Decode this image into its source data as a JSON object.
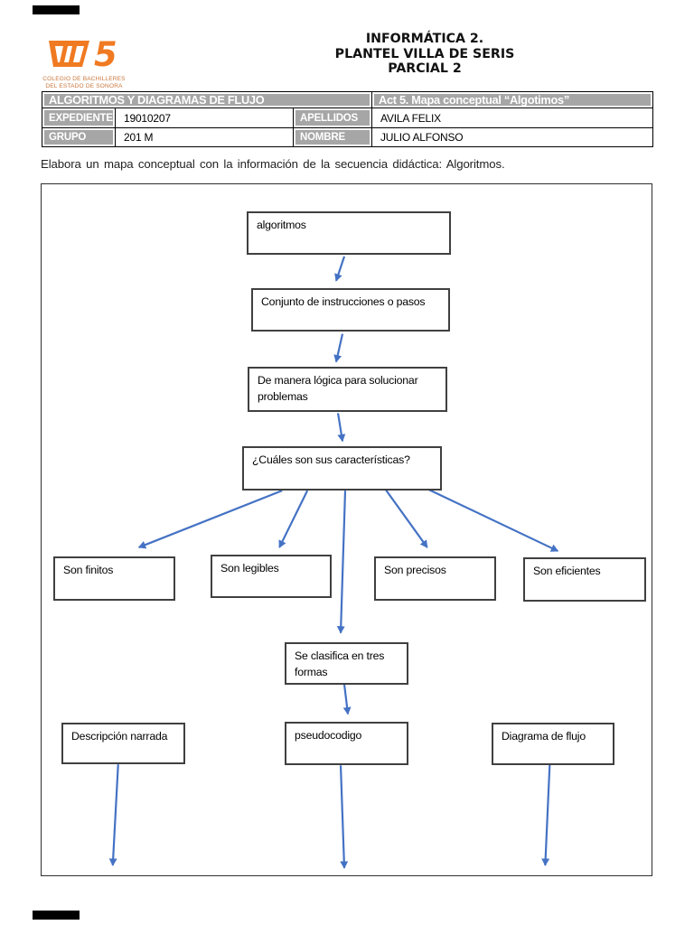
{
  "colors": {
    "arrow_blue": "#4472c4",
    "table_gray": "#a6a6a6",
    "logo_orange": "#f07a21",
    "org_text_orange": "#c9763b"
  },
  "header": {
    "logo_icon": "cobach-sonora-logo",
    "org_line1": "COLEGIO DE BACHILLERES",
    "org_line2": "DEL ESTADO DE SONORA",
    "title_lines": [
      "INFORMÁTICA 2.",
      "PLANTEL VILLA DE SERIS",
      "PARCIAL 2"
    ]
  },
  "info_table": {
    "course": "ALGORITMOS Y DIAGRAMAS DE FLUJO",
    "activity": "Act 5. Mapa conceptual “Algotimos”",
    "rows": [
      {
        "label1": "EXPEDIENTE",
        "value1": "19010207",
        "label2": "APELLIDOS",
        "value2": "AVILA FELIX"
      },
      {
        "label1": "GRUPO",
        "value1": "201 M",
        "label2": "NOMBRE",
        "value2": "JULIO ALFONSO"
      }
    ]
  },
  "instruction": "Elabora un mapa conceptual con la información de la secuencia didáctica: Algoritmos.",
  "concept_map": {
    "nodes": [
      {
        "id": "algoritmos",
        "label": "algoritmos"
      },
      {
        "id": "conjunto-de-instrucciones",
        "label": "Conjunto de instrucciones o pasos"
      },
      {
        "id": "de-manera-logica",
        "label": "De manera lógica para solucionar problemas"
      },
      {
        "id": "cuales-caracteristicas",
        "label": "¿Cuáles son sus características?"
      },
      {
        "id": "son-finitos",
        "label": "Son finitos"
      },
      {
        "id": "son-legibles",
        "label": "Son legibles"
      },
      {
        "id": "son-precisos",
        "label": "Son precisos"
      },
      {
        "id": "son-eficientes",
        "label": "Son eficientes"
      },
      {
        "id": "se-clasifica",
        "label": "Se clasifica en tres formas"
      },
      {
        "id": "descripcion-narrada",
        "label": "Descripción narrada"
      },
      {
        "id": "pseudocodigo",
        "label": "pseudocodigo"
      },
      {
        "id": "diagrama-de-flujo",
        "label": "Diagrama de flujo"
      }
    ],
    "edges": [
      {
        "from": "algoritmos",
        "to": "conjunto-de-instrucciones"
      },
      {
        "from": "conjunto-de-instrucciones",
        "to": "de-manera-logica"
      },
      {
        "from": "de-manera-logica",
        "to": "cuales-caracteristicas"
      },
      {
        "from": "cuales-caracteristicas",
        "to": "son-finitos"
      },
      {
        "from": "cuales-caracteristicas",
        "to": "son-legibles"
      },
      {
        "from": "cuales-caracteristicas",
        "to": "se-clasifica"
      },
      {
        "from": "cuales-caracteristicas",
        "to": "son-precisos"
      },
      {
        "from": "cuales-caracteristicas",
        "to": "son-eficientes"
      },
      {
        "from": "se-clasifica",
        "to": "pseudocodigo"
      },
      {
        "from": "descripcion-narrada",
        "to": "frame-bottom"
      },
      {
        "from": "pseudocodigo",
        "to": "frame-bottom"
      },
      {
        "from": "diagrama-de-flujo",
        "to": "frame-bottom"
      }
    ]
  }
}
